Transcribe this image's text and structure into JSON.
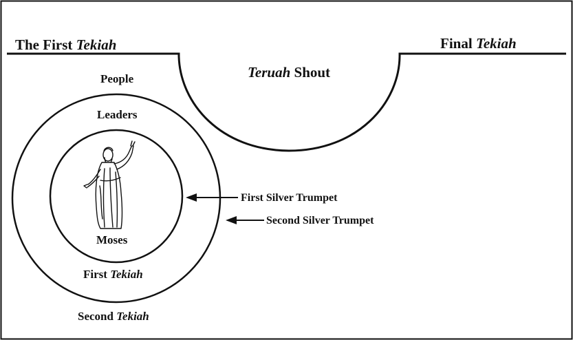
{
  "colors": {
    "line": "#111111",
    "background": "#ffffff"
  },
  "labels": {
    "first_tekiah_heading": {
      "prefix": "The First ",
      "italic": "Tekiah"
    },
    "final_tekiah_heading": {
      "prefix": "Final ",
      "italic": "Tekiah"
    },
    "teruah_shout": {
      "italic": "Teruah",
      "suffix": " Shout"
    },
    "people": "People",
    "leaders": "Leaders",
    "moses": "Moses",
    "first_tekiah": {
      "prefix": "First ",
      "italic": "Tekiah"
    },
    "second_tekiah": {
      "prefix": "Second ",
      "italic": "Tekiah"
    },
    "first_silver_trumpet": "First Silver Trumpet",
    "second_silver_trumpet": "Second Silver Trumpet"
  },
  "figure": {
    "icon": "moses-figure-icon"
  }
}
